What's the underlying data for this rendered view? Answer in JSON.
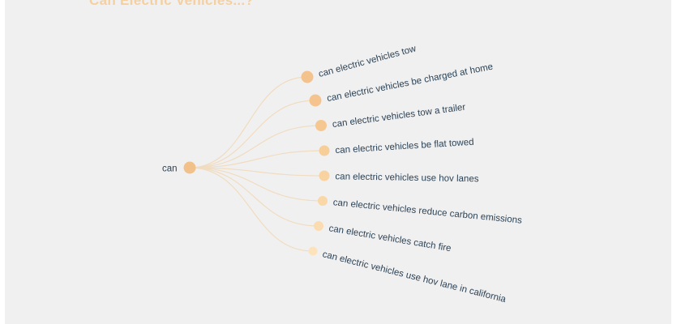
{
  "title": "Can Electric Vehicles...?",
  "tree": {
    "root": {
      "label": "can",
      "color": "#f2c18a"
    },
    "children": [
      {
        "label": "can electric vehicles tow",
        "color": "#f4c28c"
      },
      {
        "label": "can electric vehicles be charged at home",
        "color": "#f5c48e"
      },
      {
        "label": "can electric vehicles tow a trailer",
        "color": "#f6c891"
      },
      {
        "label": "can electric vehicles be flat towed",
        "color": "#f7cd98"
      },
      {
        "label": "can electric vehicles use hov lanes",
        "color": "#f8d29f"
      },
      {
        "label": "can electric vehicles reduce carbon emissions",
        "color": "#f9d7a7"
      },
      {
        "label": "can electric vehicles catch fire",
        "color": "#fadcb0"
      },
      {
        "label": "can electric vehicles use hov lane in california",
        "color": "#fce3bb"
      }
    ]
  }
}
